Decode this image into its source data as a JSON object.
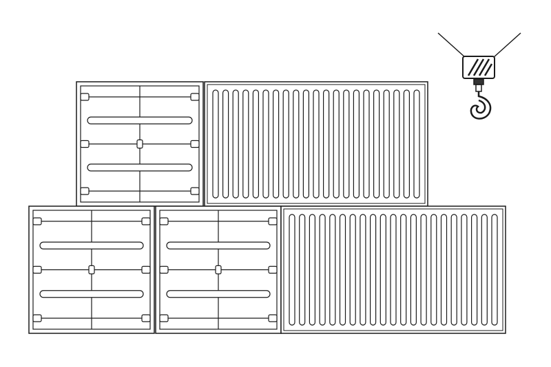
{
  "scene": {
    "background": "#ffffff",
    "stroke": "#1a1a1a",
    "hook_fill": "#333333",
    "containers": [
      {
        "kind": "door-end"
      },
      {
        "kind": "corrugated-side",
        "ribs": 21
      },
      {
        "kind": "door-end"
      },
      {
        "kind": "door-end"
      },
      {
        "kind": "corrugated-side",
        "ribs": 21
      }
    ],
    "crane": {
      "icon": "crane-hook-icon"
    }
  }
}
